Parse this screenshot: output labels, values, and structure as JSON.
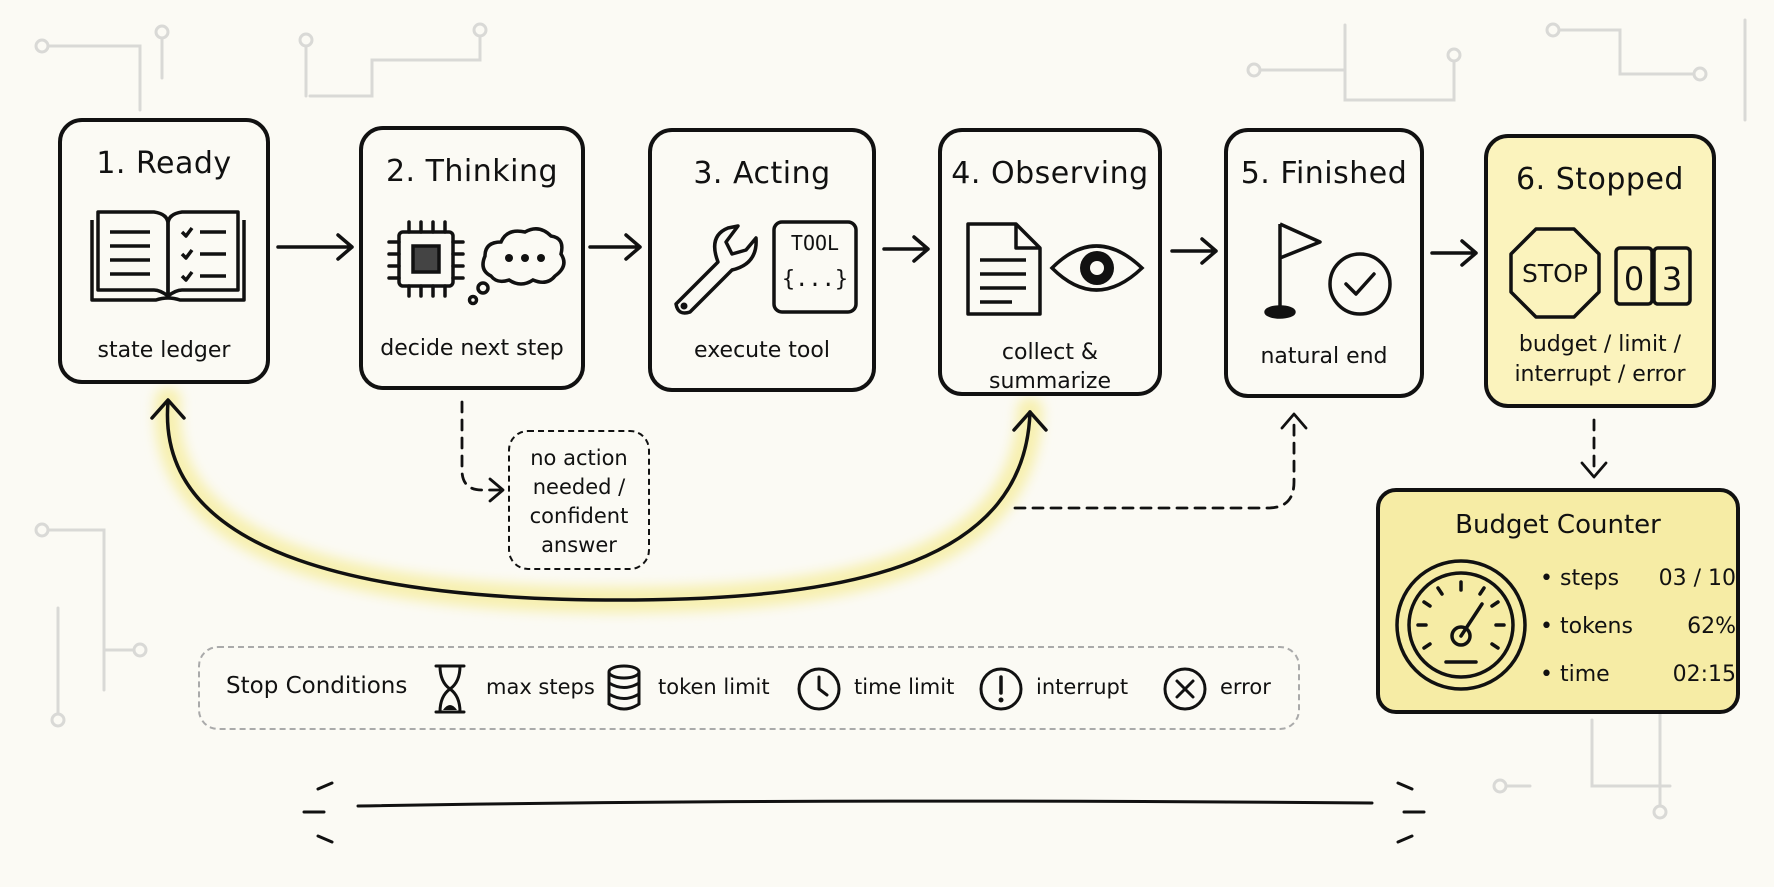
{
  "nodes": [
    {
      "id": "ready",
      "title": "1. Ready",
      "caption": "state ledger",
      "icons": [
        "open-book-icon",
        "checklist-icon"
      ]
    },
    {
      "id": "thinking",
      "title": "2. Thinking",
      "caption": "decide next step",
      "icons": [
        "cpu-chip-icon",
        "thought-bubble-icon"
      ]
    },
    {
      "id": "acting",
      "title": "3. Acting",
      "caption": "execute tool",
      "icons": [
        "wrench-icon",
        "tool-card-icon"
      ],
      "tool_card_line1": "TOOL",
      "tool_card_line2": "{...}"
    },
    {
      "id": "observing",
      "title": "4. Observing",
      "caption": "collect & summarize",
      "icons": [
        "document-icon",
        "eye-icon"
      ]
    },
    {
      "id": "finished",
      "title": "5. Finished",
      "caption": "natural end",
      "icons": [
        "flag-icon",
        "check-circle-icon"
      ]
    },
    {
      "id": "stopped",
      "title": "6. Stopped",
      "caption_line1": "budget / limit /",
      "caption_line2": "interrupt / error",
      "icons": [
        "stop-sign-icon",
        "counter-icon"
      ],
      "stop_sign_text": "STOP",
      "counter_digits": [
        "0",
        "3"
      ]
    }
  ],
  "note": {
    "lines": [
      "no action",
      "needed /",
      "confident",
      "answer"
    ]
  },
  "budget_counter": {
    "title": "Budget Counter",
    "rows": [
      {
        "label": "steps",
        "value": "03 / 10"
      },
      {
        "label": "tokens",
        "value": "62%"
      },
      {
        "label": "time",
        "value": "02:15"
      }
    ],
    "icon": "gauge-icon"
  },
  "stop_conditions": {
    "title": "Stop Conditions",
    "items": [
      {
        "icon": "hourglass-icon",
        "label": "max steps"
      },
      {
        "icon": "database-icon",
        "label": "token limit"
      },
      {
        "icon": "clock-icon",
        "label": "time limit"
      },
      {
        "icon": "exclamation-circle-icon",
        "label": "interrupt"
      },
      {
        "icon": "x-circle-icon",
        "label": "error"
      }
    ]
  },
  "colors": {
    "ink": "#111111",
    "background": "#fbfaf4",
    "highlight": "#fbf3bd",
    "budget_fill": "#f6eca5",
    "glow": "#f7f0b0",
    "circuit": "#d9d9d6"
  }
}
